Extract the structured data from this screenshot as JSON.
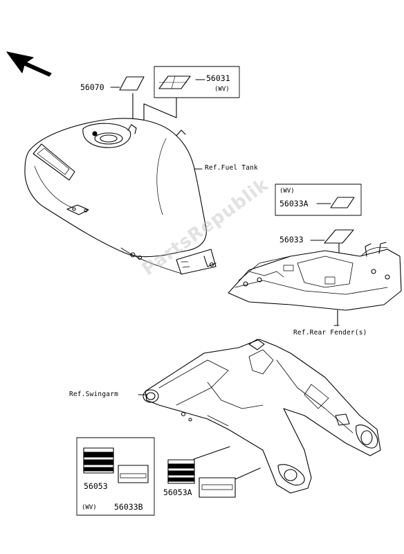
{
  "watermark": "PartsRepublik",
  "parts": {
    "p56070": "56070",
    "p56031": "56031",
    "p56031_variant": "(WV)",
    "p56033A_variant": "(WV)",
    "p56033A": "56033A",
    "p56033": "56033",
    "p56053": "56053",
    "p56033B": "56033B",
    "p56053A": "56053A",
    "wv_bottom": "(WV)"
  },
  "refs": {
    "fuel_tank": "Ref.Fuel Tank",
    "rear_fender": "Ref.Rear Fender(s)",
    "swingarm": "Ref.Swingarm"
  },
  "icons": {
    "direction": "front-direction-arrow-icon"
  }
}
